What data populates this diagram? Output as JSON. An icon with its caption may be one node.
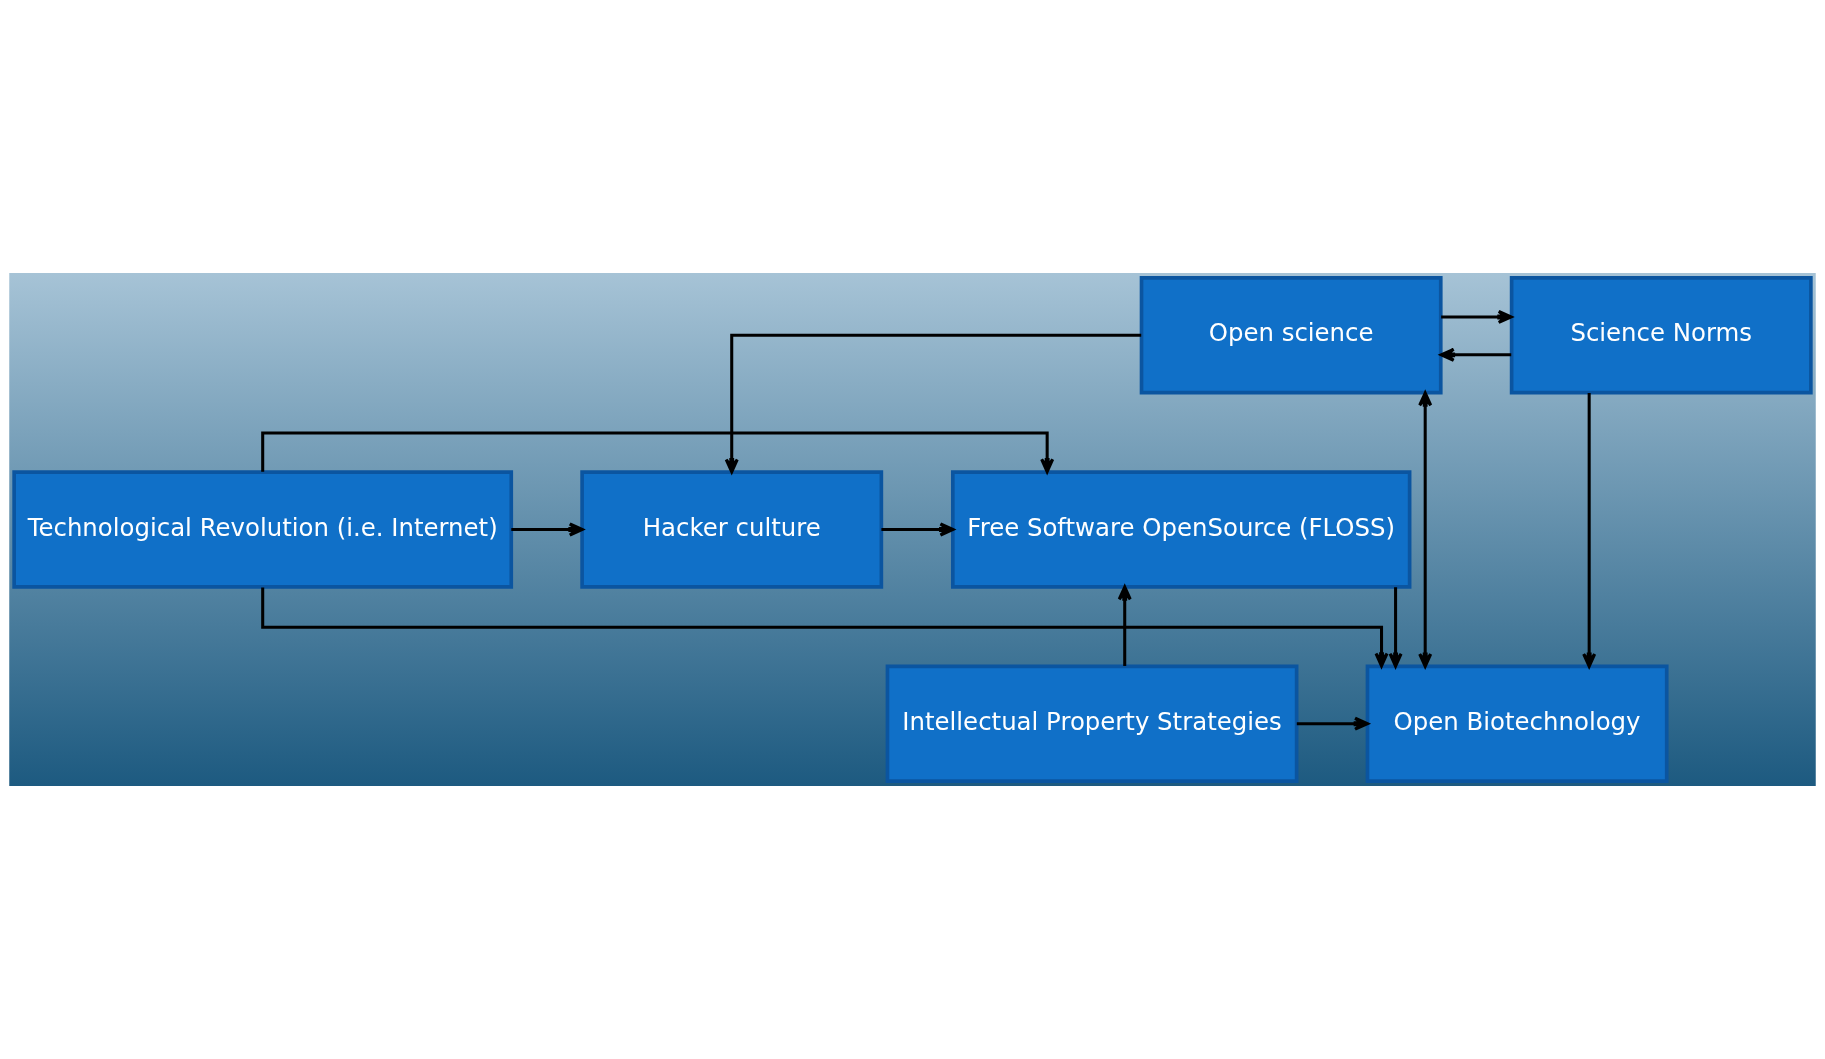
{
  "diagram": {
    "nodes": [
      {
        "text": [
          "Open science"
        ]
      },
      {
        "text": [
          "Science Norms"
        ]
      },
      {
        "text": [
          "Technological Revolution (i.e. Internet)"
        ]
      },
      {
        "text": [
          "Hacker culture"
        ]
      },
      {
        "text": [
          "Free Software OpenSource (FLOSS)"
        ]
      },
      {
        "text": [
          "Intellectual Property Strategies"
        ]
      },
      {
        "text": [
          "Open Biotechnology"
        ]
      }
    ],
    "edges": [
      {
        "from": 0,
        "to": 1,
        "arrow": "to"
      },
      {
        "from": 1,
        "to": 0,
        "arrow": "to"
      },
      {
        "from": 0,
        "to": 3,
        "arrow": "to"
      },
      {
        "from": 2,
        "to": 4,
        "arrow": "to"
      },
      {
        "from": 2,
        "to": 3,
        "arrow": "to"
      },
      {
        "from": 3,
        "to": 4,
        "arrow": "to"
      },
      {
        "from": 5,
        "to": 4,
        "arrow": "to"
      },
      {
        "from": 5,
        "to": 6,
        "arrow": "to"
      },
      {
        "from": 2,
        "to": 6,
        "arrow": "to"
      },
      {
        "from": 0,
        "to": 6,
        "arrow": "both"
      },
      {
        "from": 4,
        "to": 6,
        "arrow": "to"
      },
      {
        "from": 1,
        "to": 6,
        "arrow": "to"
      }
    ]
  }
}
